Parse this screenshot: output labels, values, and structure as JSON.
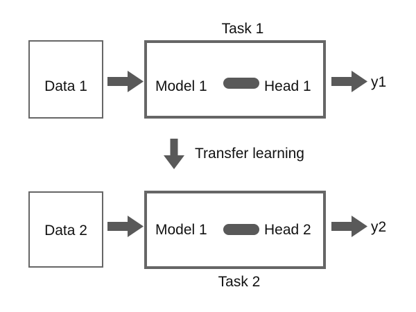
{
  "diagram": {
    "title_top": "Task 1",
    "title_bottom": "Task 2",
    "transfer_label": "Transfer learning",
    "colors": {
      "stroke": "#666666",
      "arrow": "#595959",
      "text": "#111111",
      "background": "#ffffff"
    },
    "top_row": {
      "data_box_label": "Data 1",
      "model_label": "Model 1",
      "head_label": "Head 1",
      "output_label": "y1"
    },
    "bottom_row": {
      "data_box_label": "Data 2",
      "model_label": "Model 1",
      "head_label": "Head 2",
      "output_label": "y2"
    },
    "icons": {
      "arrow_right_1": "arrow-right-icon",
      "arrow_right_2": "arrow-right-icon",
      "arrow_right_3": "arrow-right-icon",
      "arrow_right_4": "arrow-right-icon",
      "arrow_down": "arrow-down-icon",
      "connector_1": "capsule-connector-icon",
      "connector_2": "capsule-connector-icon"
    }
  }
}
